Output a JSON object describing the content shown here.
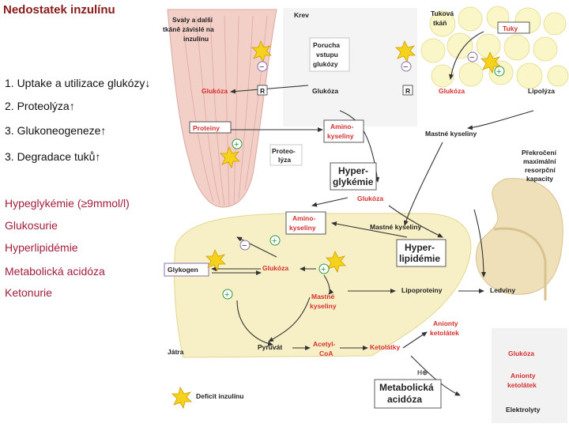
{
  "title": "Nedostatek inzulínu",
  "list": [
    "1. Uptake a utilizace glukózy↓",
    "2. Proteolýza↑",
    "3. Glukoneogeneze↑",
    "3. Degradace tuků↑"
  ],
  "consequences": [
    "Hypeglykémie (≥9mmol/l)",
    "Glukosurie",
    "Hyperlipidémie",
    "Metabolická acidóza",
    "Ketonurie"
  ],
  "diagram": {
    "svaly_l1": "Svaly a další",
    "svaly_l2": "tkáně závislé na",
    "svaly_l3": "inzulínu",
    "krev": "Krev",
    "tukova_l1": "Tuková",
    "tukova_l2": "tkáň",
    "tuky": "Tuky",
    "porucha_l1": "Porucha",
    "porucha_l2": "vstupu",
    "porucha_l3": "glukózy",
    "glukoza": "Glukóza",
    "r": "R",
    "lipolyza": "Lipolýza",
    "proteiny": "Proteiny",
    "amino_l1": "Amino-",
    "amino_l2": "kyseliny",
    "mastne_kyseliny": "Mastné kyseliny",
    "prekroceni_l1": "Překročení",
    "prekroceni_l2": "maximální",
    "prekroceni_l3": "resorpční",
    "prekroceni_l4": "kapacity",
    "proteo_l1": "Proteo-",
    "proteo_l2": "lýza",
    "hyperglyk_l1": "Hyper-",
    "hyperglyk_l2": "glykémie",
    "hyperlip_l1": "Hyper-",
    "hyperlip_l2": "lipidémie",
    "glykogen": "Glykogen",
    "mastne_l1": "Mastné",
    "mastne_l2": "kyseliny",
    "lipoproteiny": "Lipoproteiny",
    "ledviny": "Ledviny",
    "anionty_l1": "Anionty",
    "anionty_l2": "ketolátek",
    "jatra": "Játra",
    "pyruvat": "Pyruvát",
    "acetyl_l1": "Acetyl-",
    "acetyl_l2": "CoA",
    "ketolatky": "Ketolátky",
    "h_plus": "H⊕",
    "metab_l1": "Metabolická",
    "metab_l2": "acidóza",
    "deficit": "Deficit inzulínu",
    "moc_glukoza": "Glukóza",
    "moc_anionty_l1": "Anionty",
    "moc_anionty_l2": "ketolátek",
    "elektrolyty": "Elektrolyty",
    "plus": "+",
    "minus": "−"
  },
  "colors": {
    "title": "#8b1a1a",
    "consequence": "#a31d3a",
    "label_red": "#d6302f",
    "muscle": "#f2cfc7",
    "liver": "#f7f0c6",
    "kidney": "#efe0ba",
    "plus_fill": "#ffffff",
    "plus_border": "#2e9b3f",
    "minus_border": "#8a6fb0",
    "star": "#f6d31b"
  },
  "icons": [
    "star-burst-icon",
    "plus-icon",
    "minus-icon",
    "arrow-icon"
  ]
}
